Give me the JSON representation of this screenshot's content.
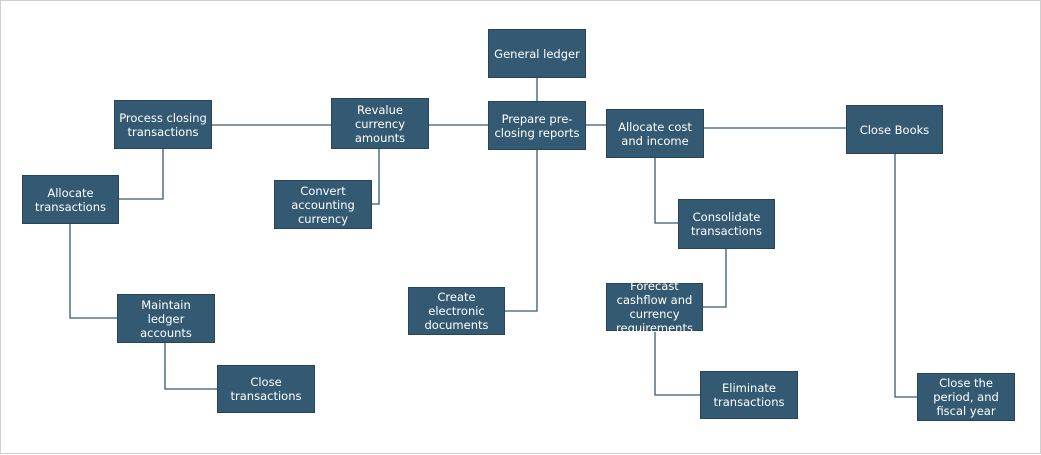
{
  "colors": {
    "node_fill": "#345a73",
    "connector": "#345a73",
    "background": "#ffffff"
  },
  "nodes": {
    "general_ledger": "General ledger",
    "process_closing_transactions": "Process closing transactions",
    "revalue_currency_amounts": "Revalue currency amounts",
    "prepare_pre_closing_reports": "Prepare pre-closing reports",
    "allocate_cost_and_income": "Allocate cost and income",
    "close_books": "Close Books",
    "allocate_transactions": "Allocate transactions",
    "convert_accounting_currency": "Convert accounting currency",
    "consolidate_transactions": "Consolidate transactions",
    "maintain_ledger_accounts": "Maintain ledger accounts",
    "create_electronic_documents": "Create electronic documents",
    "forecast_cashflow": "Forecast cashflow and currency requirements",
    "close_transactions": "Close transactions",
    "eliminate_transactions": "Eliminate transactions",
    "close_period_fiscal_year": "Close the period, and fiscal year"
  }
}
